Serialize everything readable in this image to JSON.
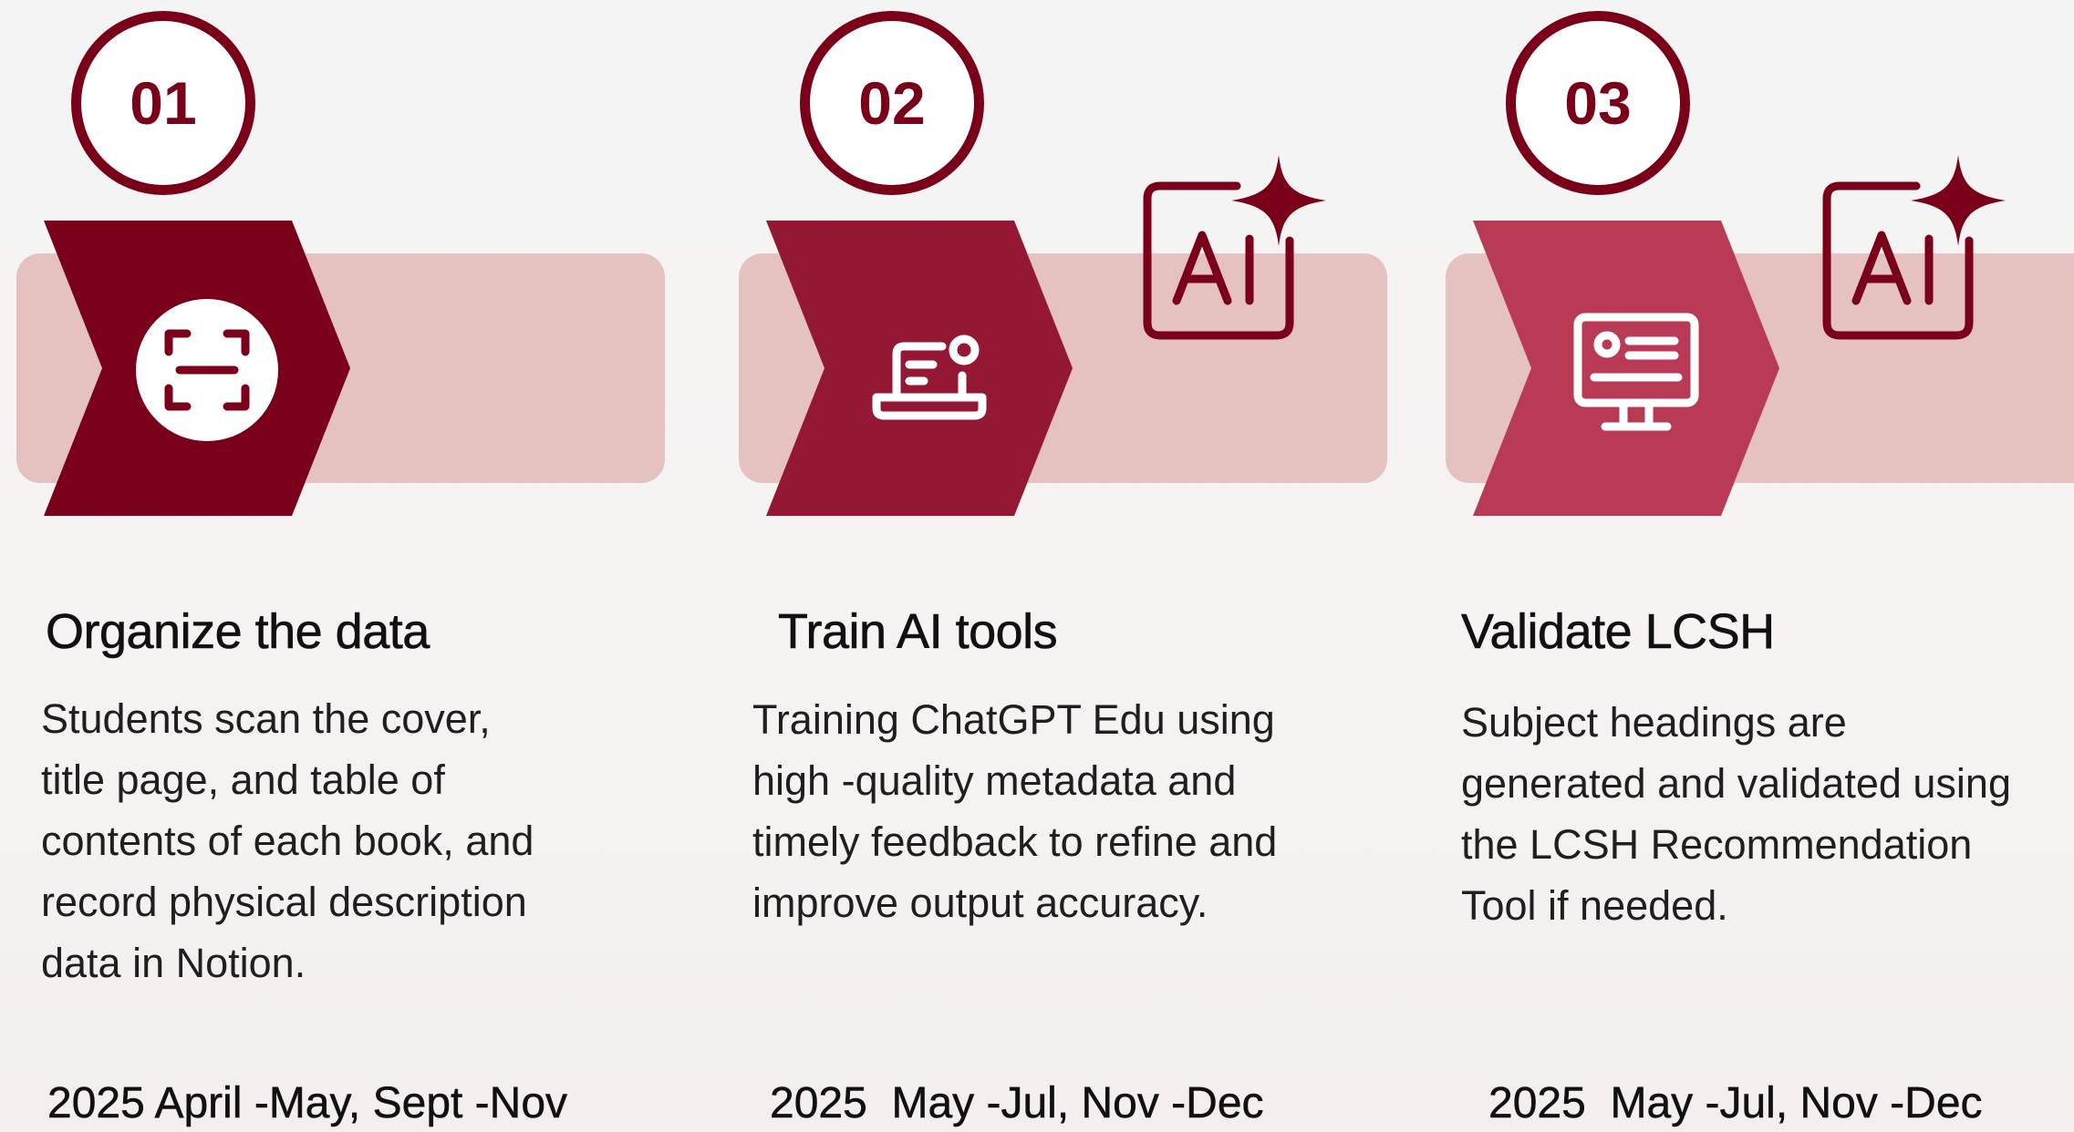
{
  "colors": {
    "step1": "#7a0019",
    "step2": "#941733",
    "step3": "#b93a54",
    "band": "#e5c1c0",
    "outline": "#7a0019"
  },
  "steps": [
    {
      "number": "01",
      "title": "Organize the data",
      "description": "Students scan the cover,\ntitle page, and table of\ncontents of each book, and\nrecord physical description\ndata in Notion.",
      "dates": "2025 April -May, Sept -Nov",
      "icon": "scan-icon"
    },
    {
      "number": "02",
      "title": "Train AI tools",
      "description": "Training ChatGPT Edu using\nhigh -quality metadata and\ntimely feedback to refine and\nimprove output accuracy.",
      "dates": "2025  May -Jul, Nov -Dec",
      "icon": "laptop-icon",
      "badge": "AI"
    },
    {
      "number": "03",
      "title": "Validate LCSH",
      "description": "Subject headings are\ngenerated and validated using\nthe LCSH Recommendation\nTool if needed.",
      "dates": "2025  May -Jul, Nov -Dec",
      "icon": "monitor-icon",
      "badge": "AI"
    }
  ]
}
